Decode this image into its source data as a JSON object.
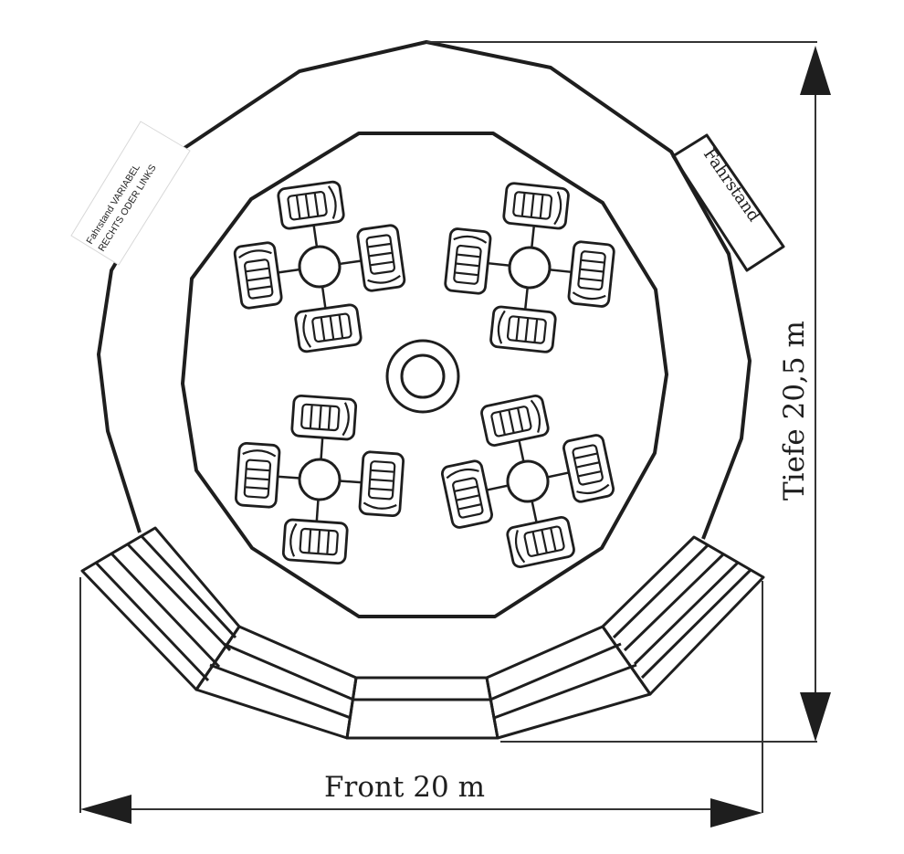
{
  "labels": {
    "operator_left_line1": "Fahrstand VARIABEL",
    "operator_left_line2": "RECHTS ODER LINKS",
    "operator_right": "Fahrstand",
    "depth": "Tiefe 20,5 m",
    "front": "Front 20 m"
  },
  "colors": {
    "line": "#1e1e1e",
    "background": "#ffffff"
  }
}
